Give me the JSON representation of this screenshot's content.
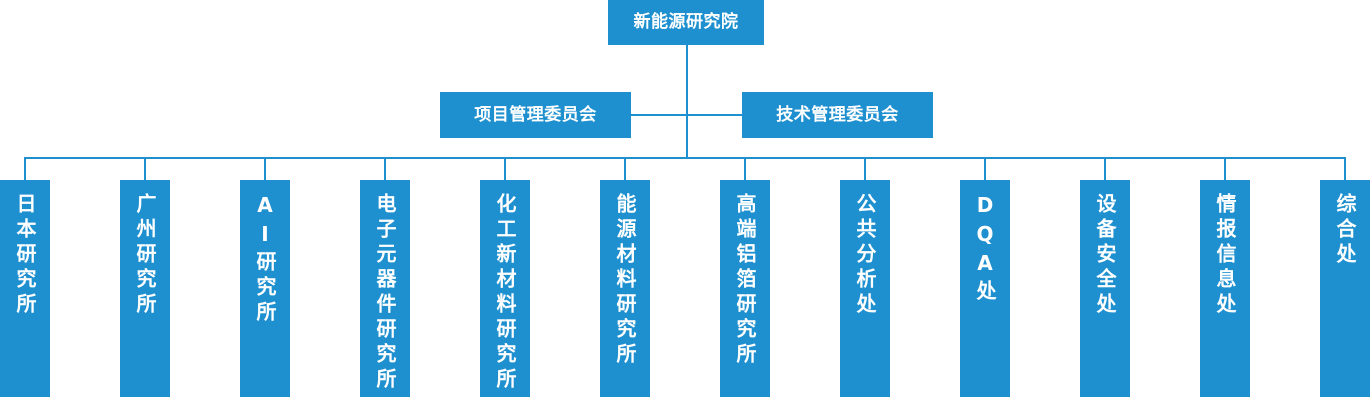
{
  "theme": {
    "accent_color": "#1E90CF",
    "text_color": "#FFFFFF",
    "background_color": "#FFFFFF"
  },
  "org_chart": {
    "root": {
      "label": "新能源研究院"
    },
    "committees": [
      {
        "label": "项目管理委员会"
      },
      {
        "label": "技术管理委员会"
      }
    ],
    "departments": [
      {
        "label": "日本研究所"
      },
      {
        "label": "广州研究所"
      },
      {
        "label": "AI研究所"
      },
      {
        "label": "电子元器件研究所"
      },
      {
        "label": "化工新材料研究所"
      },
      {
        "label": "能源材料研究所"
      },
      {
        "label": "高端铝箔研究所"
      },
      {
        "label": "公共分析处"
      },
      {
        "label": "DQA处"
      },
      {
        "label": "设备安全处"
      },
      {
        "label": "情报信息处"
      },
      {
        "label": "综合处"
      }
    ]
  }
}
